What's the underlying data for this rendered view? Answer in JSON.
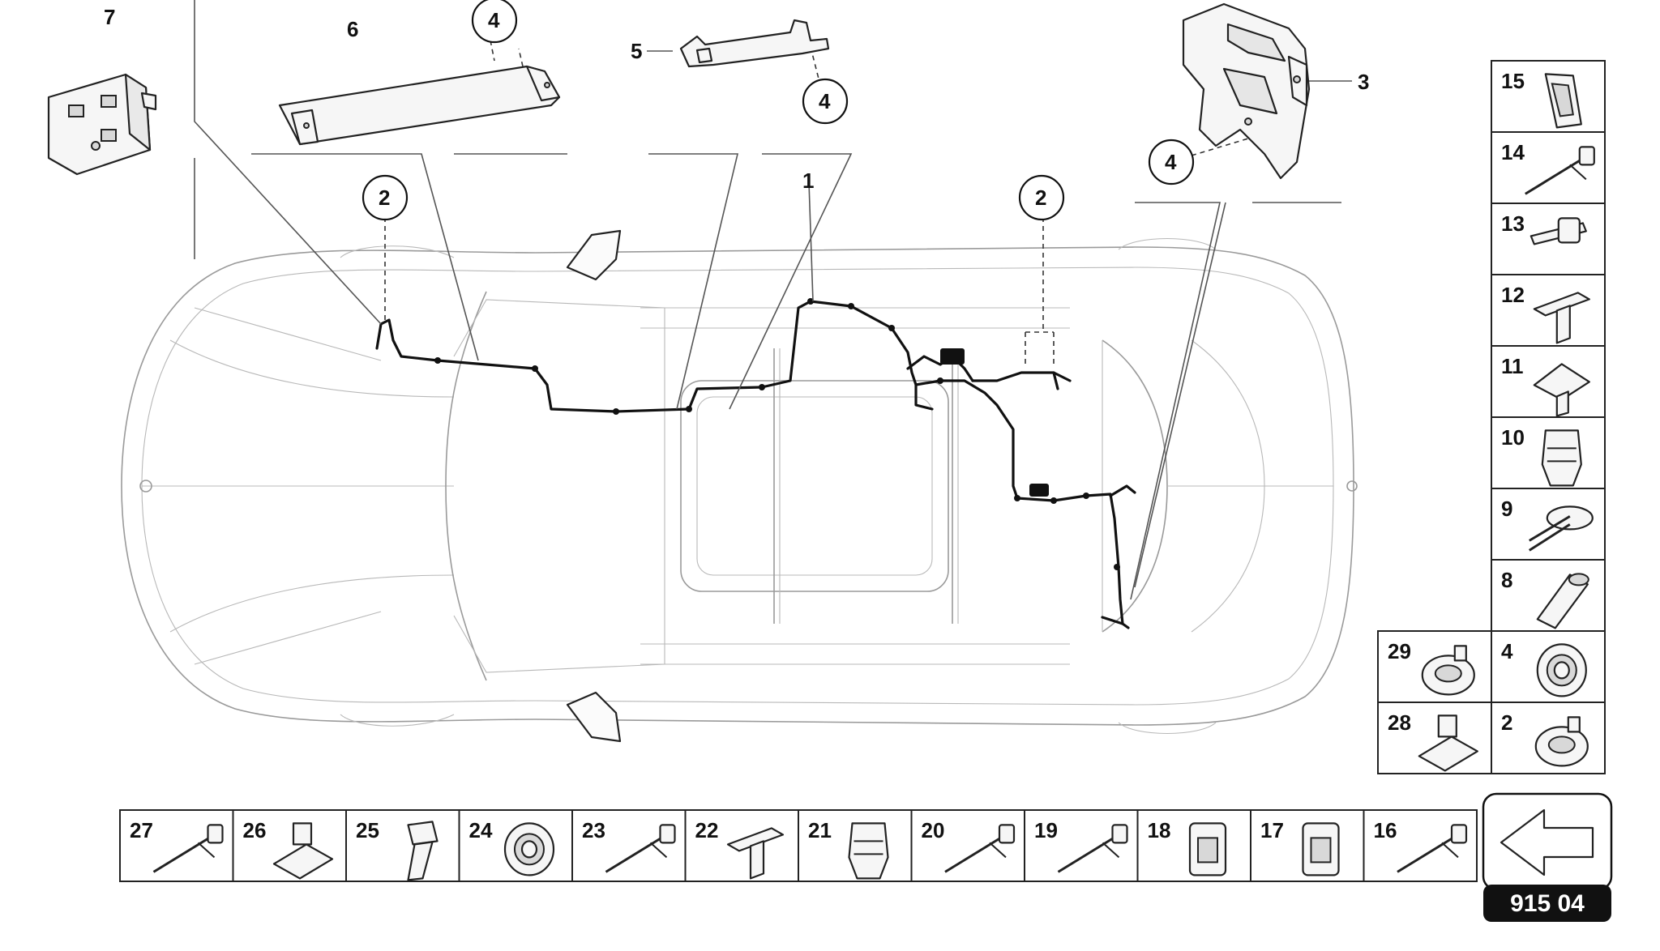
{
  "callouts": {
    "label_1": "1",
    "label_2_left": "2",
    "label_2_right": "2",
    "label_3": "3",
    "label_4_top": "4",
    "label_4_mid": "4",
    "label_4_right": "4",
    "label_5": "5",
    "label_6": "6",
    "label_7": "7"
  },
  "side_column": [
    {
      "number": "15",
      "icon": "clip-icon"
    },
    {
      "number": "14",
      "icon": "cable-tie-icon"
    },
    {
      "number": "13",
      "icon": "clamp-icon"
    },
    {
      "number": "12",
      "icon": "bracket-clip-icon"
    },
    {
      "number": "11",
      "icon": "holder-icon"
    },
    {
      "number": "10",
      "icon": "plug-icon"
    },
    {
      "number": "9",
      "icon": "grommet-connector-icon"
    },
    {
      "number": "8",
      "icon": "connector-icon"
    },
    {
      "number": "4",
      "icon": "grommet-icon"
    },
    {
      "number": "2",
      "icon": "clip-ring-icon"
    }
  ],
  "side_extra": [
    {
      "number": "29",
      "icon": "ring-clip-icon"
    },
    {
      "number": "28",
      "icon": "edge-clip-icon"
    }
  ],
  "bottom_row": [
    {
      "number": "27",
      "icon": "cable-tie-icon"
    },
    {
      "number": "26",
      "icon": "tape-clip-icon"
    },
    {
      "number": "25",
      "icon": "screw-icon"
    },
    {
      "number": "24",
      "icon": "grommet-icon"
    },
    {
      "number": "23",
      "icon": "cable-tie-icon"
    },
    {
      "number": "22",
      "icon": "bracket-clip-icon"
    },
    {
      "number": "21",
      "icon": "plug-icon"
    },
    {
      "number": "20",
      "icon": "cable-tie-icon"
    },
    {
      "number": "19",
      "icon": "cable-tie-icon"
    },
    {
      "number": "18",
      "icon": "connector-housing-icon"
    },
    {
      "number": "17",
      "icon": "connector-housing-icon"
    },
    {
      "number": "16",
      "icon": "cable-tie-icon"
    }
  ],
  "reference": {
    "code": "915 04",
    "arrow_icon": "arrow-left-icon"
  },
  "colors": {
    "ink": "#111111",
    "body": "#9a9a9a",
    "badge": "#111111"
  }
}
